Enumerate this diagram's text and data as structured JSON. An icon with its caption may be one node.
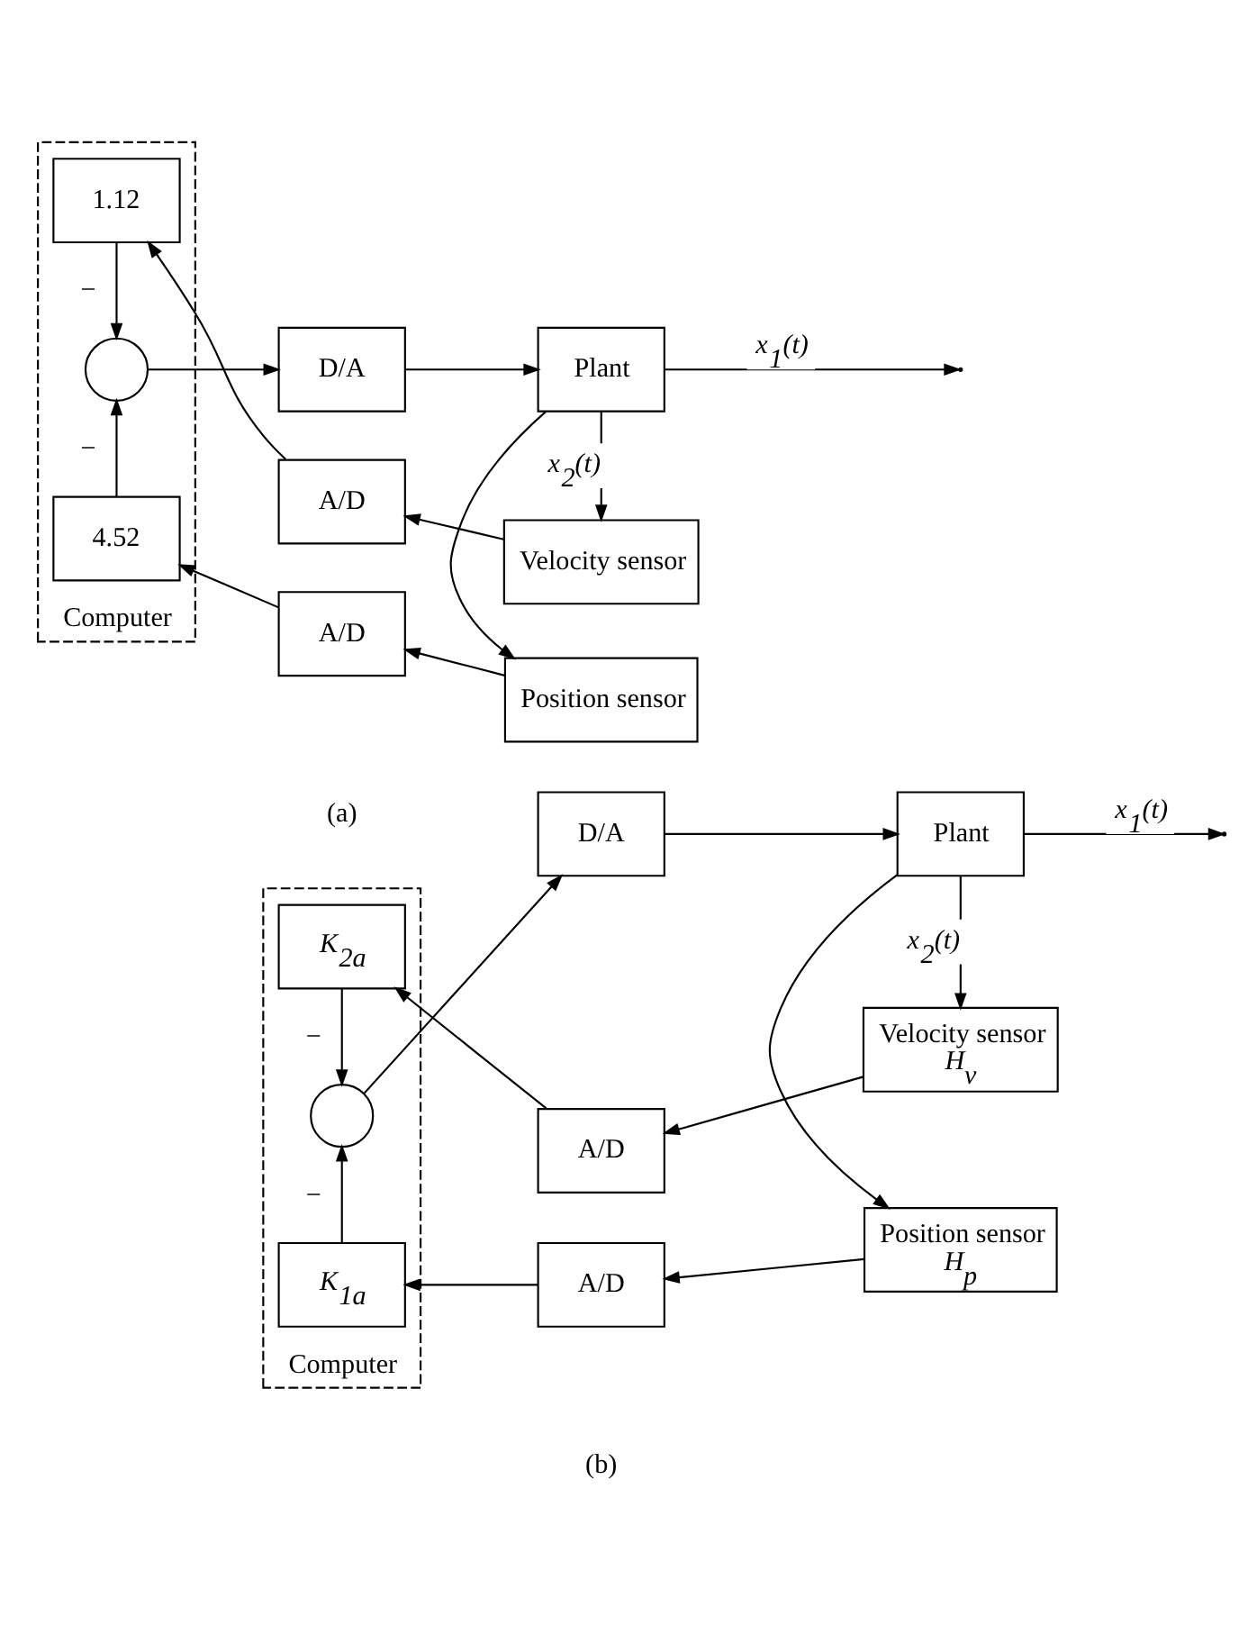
{
  "diagram": {
    "nodes": [
      {
        "text": [
          "Computer"
        ]
      },
      {
        "text": [
          "1.12"
        ],
        "in": 0
      },
      {
        "text": [],
        "shape": "circle",
        "in": 0
      },
      {
        "text": [
          "4.52"
        ],
        "in": 0
      },
      {
        "text": [
          "D/A"
        ]
      },
      {
        "text": [
          "Plant"
        ]
      },
      {
        "text": [
          "A/D"
        ]
      },
      {
        "text": [
          "Velocity sensor"
        ]
      },
      {
        "text": [
          "A/D"
        ]
      },
      {
        "text": [
          "Position sensor"
        ]
      },
      {
        "text": [
          "Computer"
        ]
      },
      {
        "text": [
          "K$_{2a}$"
        ],
        "in": 10
      },
      {
        "text": [],
        "shape": "circle",
        "in": 10
      },
      {
        "text": [
          "K$_{1a}$"
        ],
        "in": 10
      },
      {
        "text": [
          "D/A"
        ]
      },
      {
        "text": [
          "Plant"
        ]
      },
      {
        "text": [
          "A/D"
        ]
      },
      {
        "text": [
          "Velocity sensor",
          "H$_{v}$"
        ]
      },
      {
        "text": [
          "A/D"
        ]
      },
      {
        "text": [
          "Position sensor",
          "H$_{p}$"
        ]
      }
    ],
    "edges": [
      {
        "from": 2,
        "to": 4,
        "arrow": "to"
      },
      {
        "from": 4,
        "to": 5,
        "arrow": "to"
      },
      {
        "from": 5,
        "to": null,
        "arrow": "to",
        "label": "x$_{1}$(t)"
      },
      {
        "from": 5,
        "to": 9,
        "arrow": "to"
      },
      {
        "from": 5,
        "to": 7,
        "arrow": "to",
        "label": "x$_{2}$(t)"
      },
      {
        "from": 7,
        "to": 6,
        "arrow": "to"
      },
      {
        "from": 6,
        "to": 1,
        "arrow": "to"
      },
      {
        "from": 1,
        "to": 2,
        "arrow": "to",
        "label": "−"
      },
      {
        "from": 9,
        "to": 8,
        "arrow": "to"
      },
      {
        "from": 8,
        "to": 3,
        "arrow": "to"
      },
      {
        "from": 3,
        "to": 2,
        "arrow": "to",
        "label": "−"
      },
      {
        "from": 12,
        "to": 14,
        "arrow": "to"
      },
      {
        "from": 14,
        "to": 15,
        "arrow": "to"
      },
      {
        "from": 15,
        "to": null,
        "arrow": "to",
        "label": "x$_{1}$(t)"
      },
      {
        "from": 15,
        "to": 19,
        "arrow": "to"
      },
      {
        "from": 15,
        "to": 17,
        "arrow": "to",
        "label": "x$_{2}$(t)"
      },
      {
        "from": 17,
        "to": 16,
        "arrow": "to"
      },
      {
        "from": 16,
        "to": 11,
        "arrow": "to"
      },
      {
        "from": 11,
        "to": 12,
        "arrow": "to",
        "label": "−"
      },
      {
        "from": 19,
        "to": 18,
        "arrow": "to"
      },
      {
        "from": 18,
        "to": 13,
        "arrow": "to"
      },
      {
        "from": 13,
        "to": 12,
        "arrow": "to",
        "label": "−"
      }
    ],
    "labels": [
      "(a)",
      "(b)"
    ]
  }
}
